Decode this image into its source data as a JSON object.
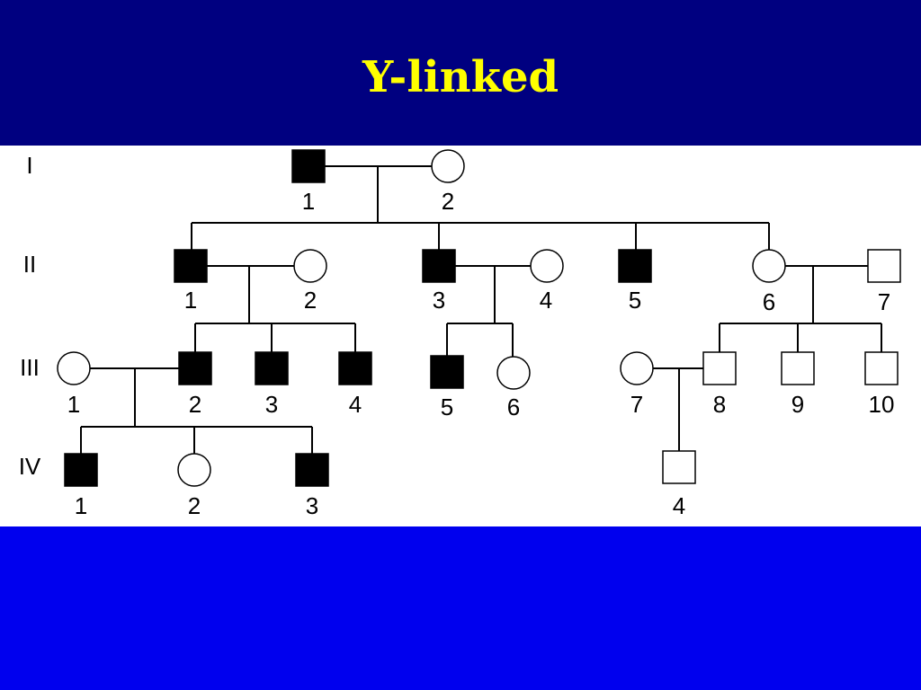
{
  "colors": {
    "title_bar": "#000080",
    "title_text": "#ffff00",
    "bottom_bar": "#0000ee",
    "affected": "#000000",
    "unaffected": "#ffffff",
    "line": "#000000"
  },
  "title": "Y-linked",
  "pedigree": {
    "generations": [
      "I",
      "II",
      "III",
      "IV"
    ],
    "individuals": [
      {
        "label": "1",
        "sex": "male",
        "affected": true,
        "generation": "I"
      },
      {
        "label": "2",
        "sex": "female",
        "affected": false,
        "generation": "I"
      },
      {
        "label": "1",
        "sex": "male",
        "affected": true,
        "generation": "II"
      },
      {
        "label": "2",
        "sex": "female",
        "affected": false,
        "generation": "II"
      },
      {
        "label": "3",
        "sex": "male",
        "affected": true,
        "generation": "II"
      },
      {
        "label": "4",
        "sex": "female",
        "affected": false,
        "generation": "II"
      },
      {
        "label": "5",
        "sex": "male",
        "affected": true,
        "generation": "II"
      },
      {
        "label": "6",
        "sex": "female",
        "affected": false,
        "generation": "II"
      },
      {
        "label": "7",
        "sex": "male",
        "affected": false,
        "generation": "II"
      },
      {
        "label": "1",
        "sex": "female",
        "affected": false,
        "generation": "III"
      },
      {
        "label": "2",
        "sex": "male",
        "affected": true,
        "generation": "III"
      },
      {
        "label": "3",
        "sex": "male",
        "affected": true,
        "generation": "III"
      },
      {
        "label": "4",
        "sex": "male",
        "affected": true,
        "generation": "III"
      },
      {
        "label": "5",
        "sex": "male",
        "affected": true,
        "generation": "III"
      },
      {
        "label": "6",
        "sex": "female",
        "affected": false,
        "generation": "III"
      },
      {
        "label": "7",
        "sex": "female",
        "affected": false,
        "generation": "III"
      },
      {
        "label": "8",
        "sex": "male",
        "affected": false,
        "generation": "III"
      },
      {
        "label": "9",
        "sex": "male",
        "affected": false,
        "generation": "III"
      },
      {
        "label": "10",
        "sex": "male",
        "affected": false,
        "generation": "III"
      },
      {
        "label": "1",
        "sex": "male",
        "affected": true,
        "generation": "IV"
      },
      {
        "label": "2",
        "sex": "female",
        "affected": false,
        "generation": "IV"
      },
      {
        "label": "3",
        "sex": "male",
        "affected": true,
        "generation": "IV"
      },
      {
        "label": "4",
        "sex": "male",
        "affected": false,
        "generation": "IV"
      }
    ]
  }
}
